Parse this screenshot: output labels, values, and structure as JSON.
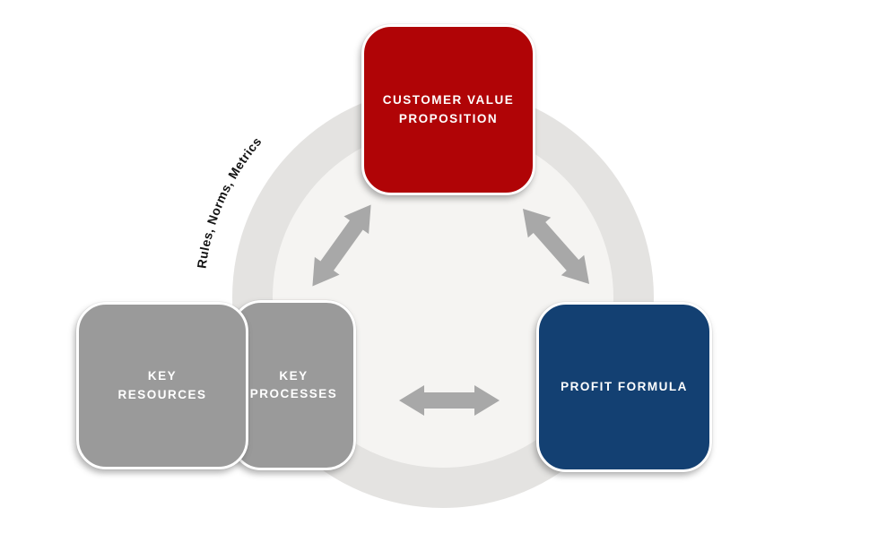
{
  "diagram": {
    "type": "business-model-cycle",
    "ring_label": "Rules, Norms, Metrics",
    "nodes": {
      "customer_value_proposition": {
        "label": "CUSTOMER VALUE PROPOSITION",
        "color": "#B00406",
        "text_color": "#FFFFFF"
      },
      "profit_formula": {
        "label": "PROFIT FORMULA",
        "color": "#134072",
        "text_color": "#FFFFFF"
      },
      "key_resources": {
        "label": "KEY RESOURCES",
        "color": "#9A9A9A",
        "text_color": "#FFFFFF"
      },
      "key_processes": {
        "label": "KEY PROCESSES",
        "color": "#9A9A9A",
        "text_color": "#FFFFFF"
      }
    },
    "connections": [
      {
        "from": "customer_value_proposition",
        "to": "key_processes",
        "type": "bidirectional"
      },
      {
        "from": "customer_value_proposition",
        "to": "profit_formula",
        "type": "bidirectional"
      },
      {
        "from": "key_processes",
        "to": "profit_formula",
        "type": "bidirectional"
      }
    ],
    "colors": {
      "background": "#FFFFFF",
      "ring": "#E4E3E1",
      "ring_inner": "#F5F4F2",
      "arrow": "#A8A8A8",
      "ring_label_text": "#141414"
    }
  }
}
